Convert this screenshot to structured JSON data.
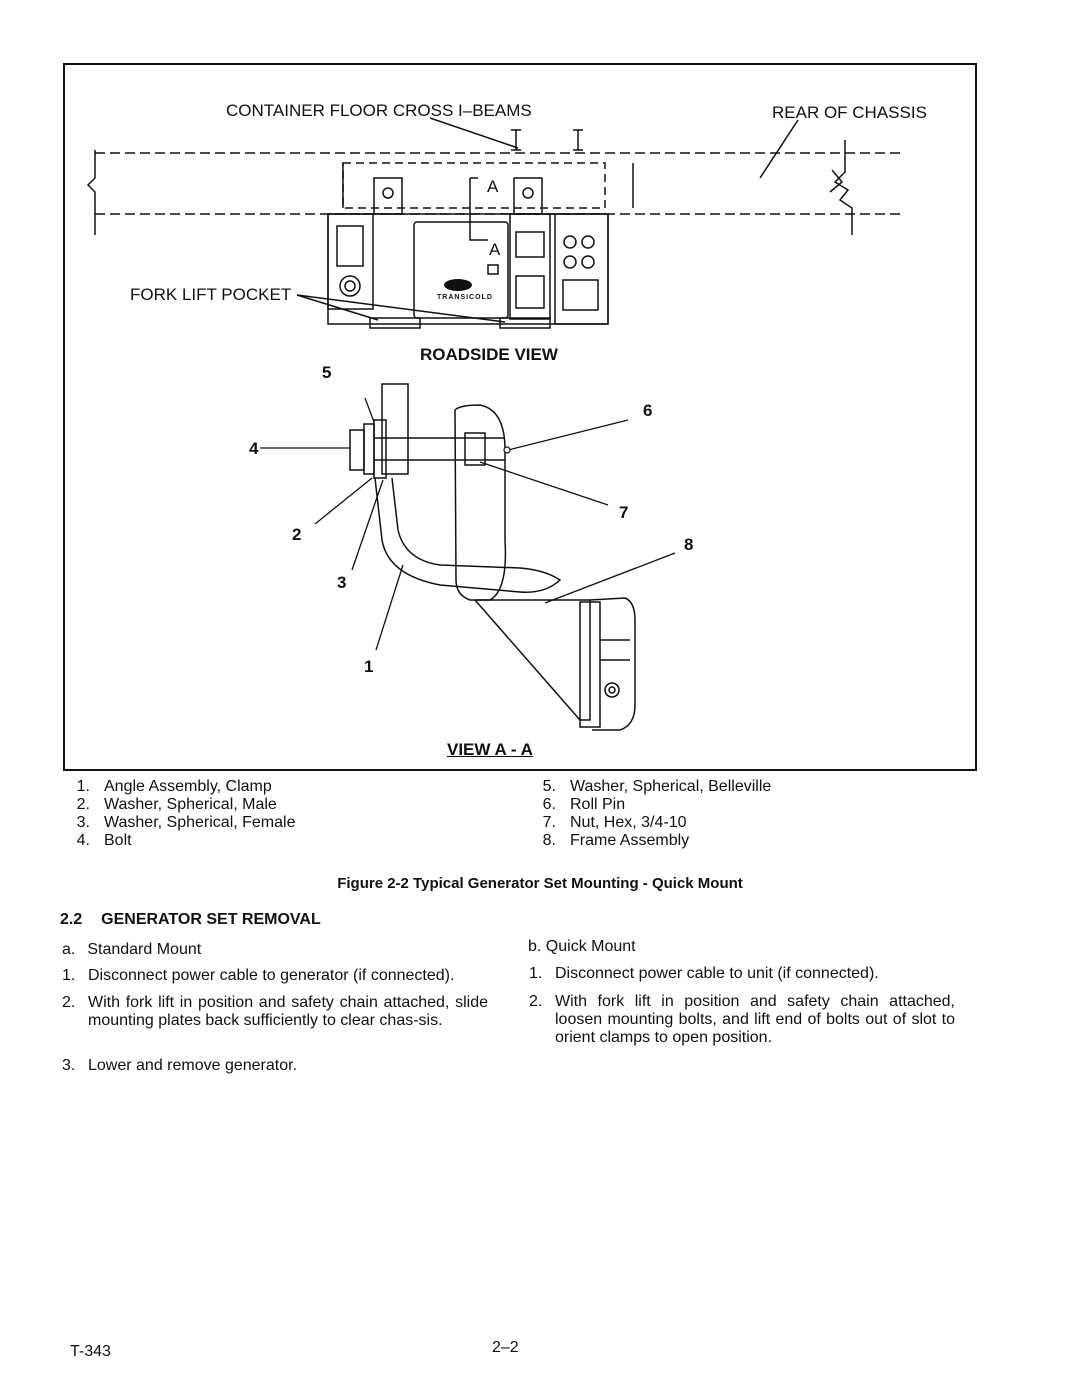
{
  "figure": {
    "labels": {
      "container_floor": "CONTAINER FLOOR CROSS I–BEAMS",
      "rear_chassis": "REAR OF CHASSIS",
      "fork_lift_pocket": "FORK LIFT POCKET",
      "section_a_top": "A",
      "section_a_bottom": "A",
      "roadside_view": "ROADSIDE VIEW",
      "view_aa": "VIEW A - A",
      "brand": "TRANSICOLD"
    },
    "callouts": [
      "1",
      "2",
      "3",
      "4",
      "5",
      "6",
      "7",
      "8"
    ],
    "legend": [
      {
        "num": "1.",
        "text": "Angle Assembly, Clamp"
      },
      {
        "num": "2.",
        "text": "Washer, Spherical, Male"
      },
      {
        "num": "3.",
        "text": "Washer, Spherical, Female"
      },
      {
        "num": "4.",
        "text": "Bolt"
      },
      {
        "num": "5.",
        "text": "Washer, Spherical, Belleville"
      },
      {
        "num": "6.",
        "text": "Roll Pin"
      },
      {
        "num": "7.",
        "text": "Nut, Hex, 3/4-10"
      },
      {
        "num": "8.",
        "text": "Frame Assembly"
      }
    ],
    "caption": "Figure 2-2 Typical Generator Set Mounting - Quick Mount"
  },
  "section": {
    "number": "2.2",
    "title": "GENERATOR SET REMOVAL",
    "standard": {
      "heading_letter": "a.",
      "heading": "Standard Mount",
      "steps": [
        {
          "num": "1.",
          "text": "Disconnect power cable to generator (if connected)."
        },
        {
          "num": "2.",
          "text": "With fork lift in position and safety chain attached, slide mounting plates back sufficiently to clear chas-sis."
        },
        {
          "num": "3.",
          "text": "Lower and remove generator."
        }
      ]
    },
    "quick": {
      "heading": "b. Quick Mount",
      "steps": [
        {
          "num": "1.",
          "text": "Disconnect power cable to unit (if connected)."
        },
        {
          "num": "2.",
          "text": "With fork lift in position and safety chain attached, loosen mounting bolts, and lift end of bolts out of slot to orient clamps to open position."
        }
      ]
    }
  },
  "footer": {
    "doc_id": "T-343",
    "page": "2–2"
  }
}
